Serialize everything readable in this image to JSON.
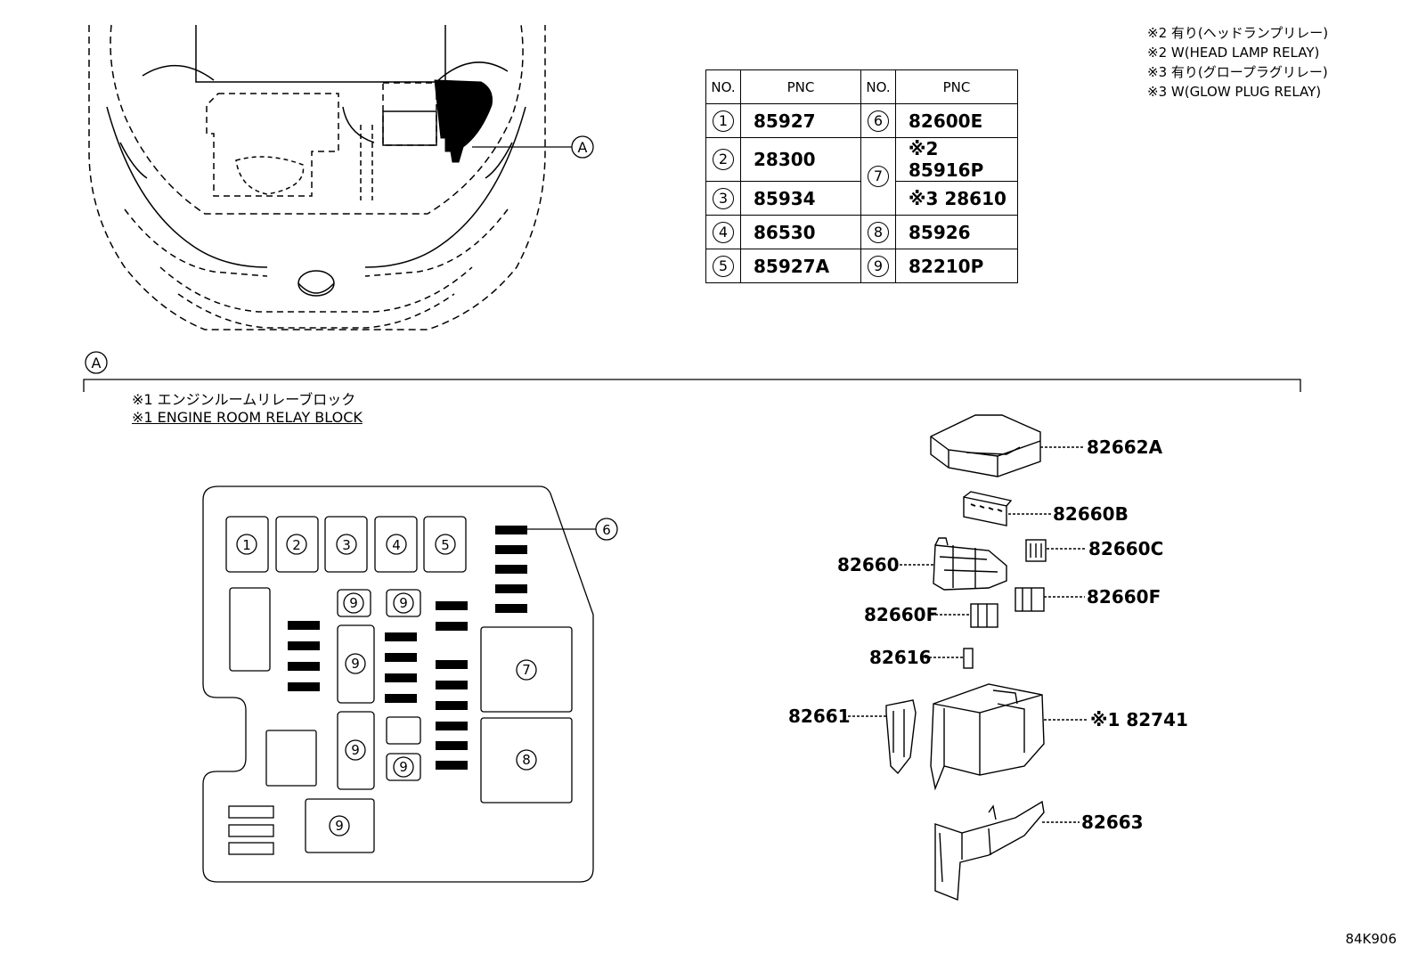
{
  "notes": [
    "※2 有り(ヘッドランプリレー)",
    "※2 W(HEAD LAMP RELAY)",
    "※3 有り(グロープラグリレー)",
    "※3 W(GLOW PLUG RELAY)"
  ],
  "table": {
    "header_no": "NO.",
    "header_pnc": "PNC",
    "left": [
      {
        "no": "1",
        "pnc": "85927"
      },
      {
        "no": "2",
        "pnc": "28300"
      },
      {
        "no": "3",
        "pnc": "85934"
      },
      {
        "no": "4",
        "pnc": "86530"
      },
      {
        "no": "5",
        "pnc": "85927A"
      }
    ],
    "right": [
      {
        "no": "6",
        "pnc": "82600E"
      },
      {
        "no": "7",
        "pnc_a": "※2 85916P",
        "pnc_b": "※3 28610"
      },
      {
        "no": "8",
        "pnc": "85926"
      },
      {
        "no": "9",
        "pnc": "82210P"
      }
    ]
  },
  "view_marker": "A",
  "section_marker": "A",
  "relay_block_title_jp": "※1 エンジンルームリレーブロック",
  "relay_block_title_en": "※1 ENGINE ROOM RELAY BLOCK",
  "block_numbers": {
    "n1": "1",
    "n2": "2",
    "n3": "3",
    "n4": "4",
    "n5": "5",
    "n6": "6",
    "n7": "7",
    "n8": "8",
    "n9": "9"
  },
  "parts": {
    "cover": "82662A",
    "p82660B": "82660B",
    "p82660C": "82660C",
    "p82660": "82660",
    "p82660F_r": "82660F",
    "p82660F_l": "82660F",
    "p82616": "82616",
    "p82661": "82661",
    "p82741": "※1 82741",
    "p82663": "82663"
  },
  "drawing_code": "84K906"
}
